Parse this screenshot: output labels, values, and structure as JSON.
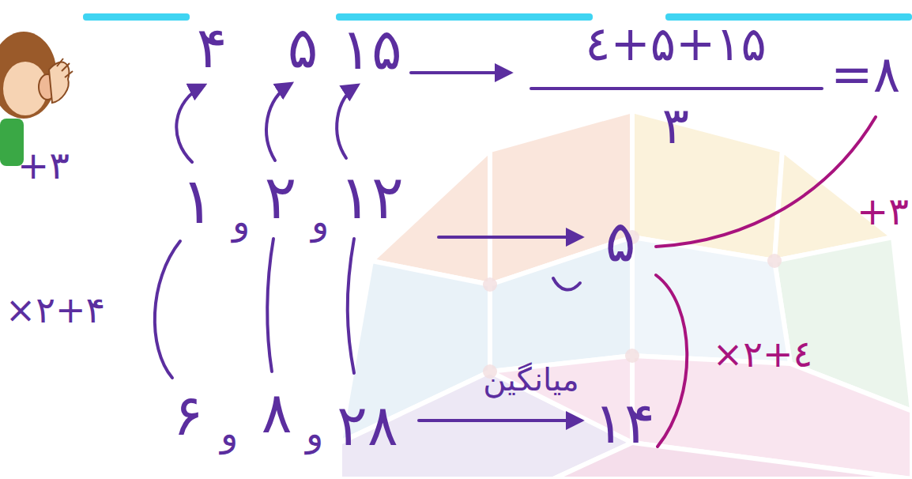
{
  "diagram": {
    "labels": [
      "+۳",
      "۴",
      "۵",
      "۱۵",
      "٤+۵+۱۵",
      "۳",
      "=۸",
      "۱",
      "و",
      "۲",
      "و",
      "۱۲",
      "۵",
      "+۳",
      "×۲+۴",
      "میانگین",
      "×۲+٤",
      "۶",
      "و",
      "۸",
      "و",
      "۲۸",
      "۱۴"
    ]
  }
}
